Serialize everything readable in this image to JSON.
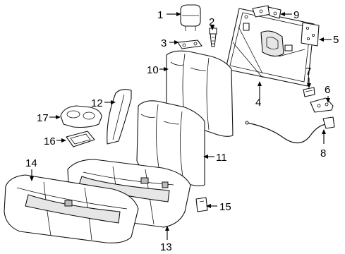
{
  "callouts": [
    {
      "id": "p1",
      "label": "1"
    },
    {
      "id": "p2",
      "label": "2"
    },
    {
      "id": "p3",
      "label": "3"
    },
    {
      "id": "p4",
      "label": "4"
    },
    {
      "id": "p5",
      "label": "5"
    },
    {
      "id": "p6",
      "label": "6"
    },
    {
      "id": "p7",
      "label": "7"
    },
    {
      "id": "p8",
      "label": "8"
    },
    {
      "id": "p9",
      "label": "9"
    },
    {
      "id": "p10",
      "label": "10"
    },
    {
      "id": "p11",
      "label": "11"
    },
    {
      "id": "p12",
      "label": "12"
    },
    {
      "id": "p13",
      "label": "13"
    },
    {
      "id": "p14",
      "label": "14"
    },
    {
      "id": "p15",
      "label": "15"
    },
    {
      "id": "p16",
      "label": "16"
    },
    {
      "id": "p17",
      "label": "17"
    }
  ]
}
